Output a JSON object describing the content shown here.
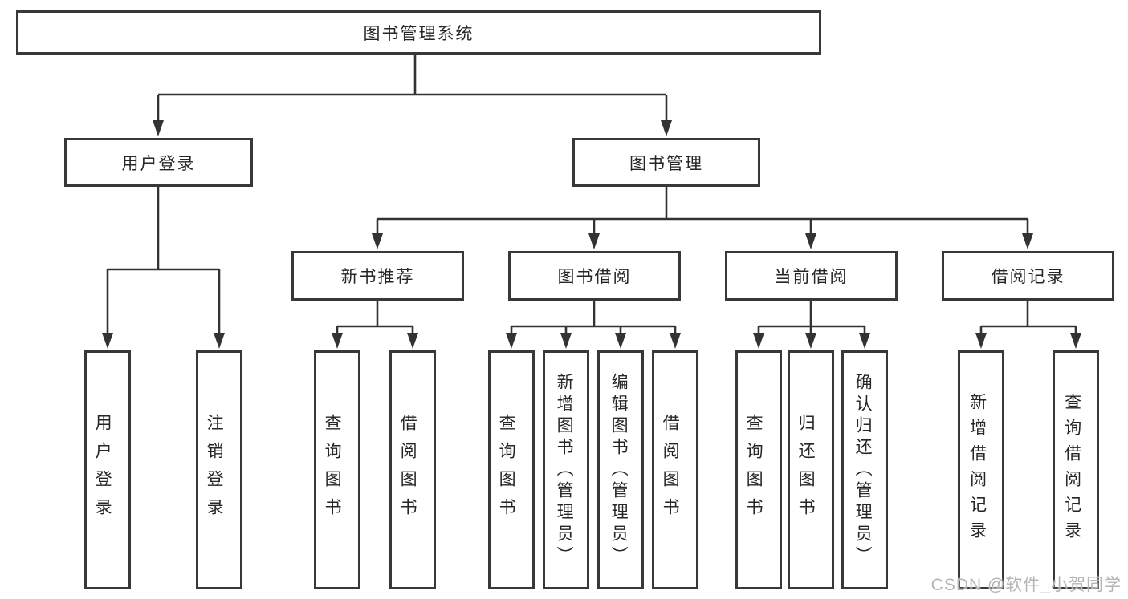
{
  "diagram": {
    "root": "图书管理系统",
    "level2": {
      "user_login": "用户登录",
      "book_management": "图书管理"
    },
    "level3": {
      "new_book_recommendation": "新书推荐",
      "book_borrowing": "图书借阅",
      "current_borrowing": "当前借阅",
      "borrowing_records": "借阅记录"
    },
    "leaves": {
      "user": [
        "用户登录",
        "注销登录"
      ],
      "recommend": [
        "查询图书",
        "借阅图书"
      ],
      "borrow": [
        "查询图书",
        "新增图书（管理员）",
        "编辑图书（管理员）",
        "借阅图书"
      ],
      "current": [
        "查询图书",
        "归还图书",
        "确认归还（管理员）"
      ],
      "records": [
        "新增借阅记录",
        "查询借阅记录"
      ]
    },
    "watermark": "CSDN @软件_小贺同学",
    "colors": {
      "line": "#333333",
      "border": "#383838",
      "text": "#262626",
      "watermark": "#b5b5b5",
      "background": "#ffffff"
    }
  }
}
